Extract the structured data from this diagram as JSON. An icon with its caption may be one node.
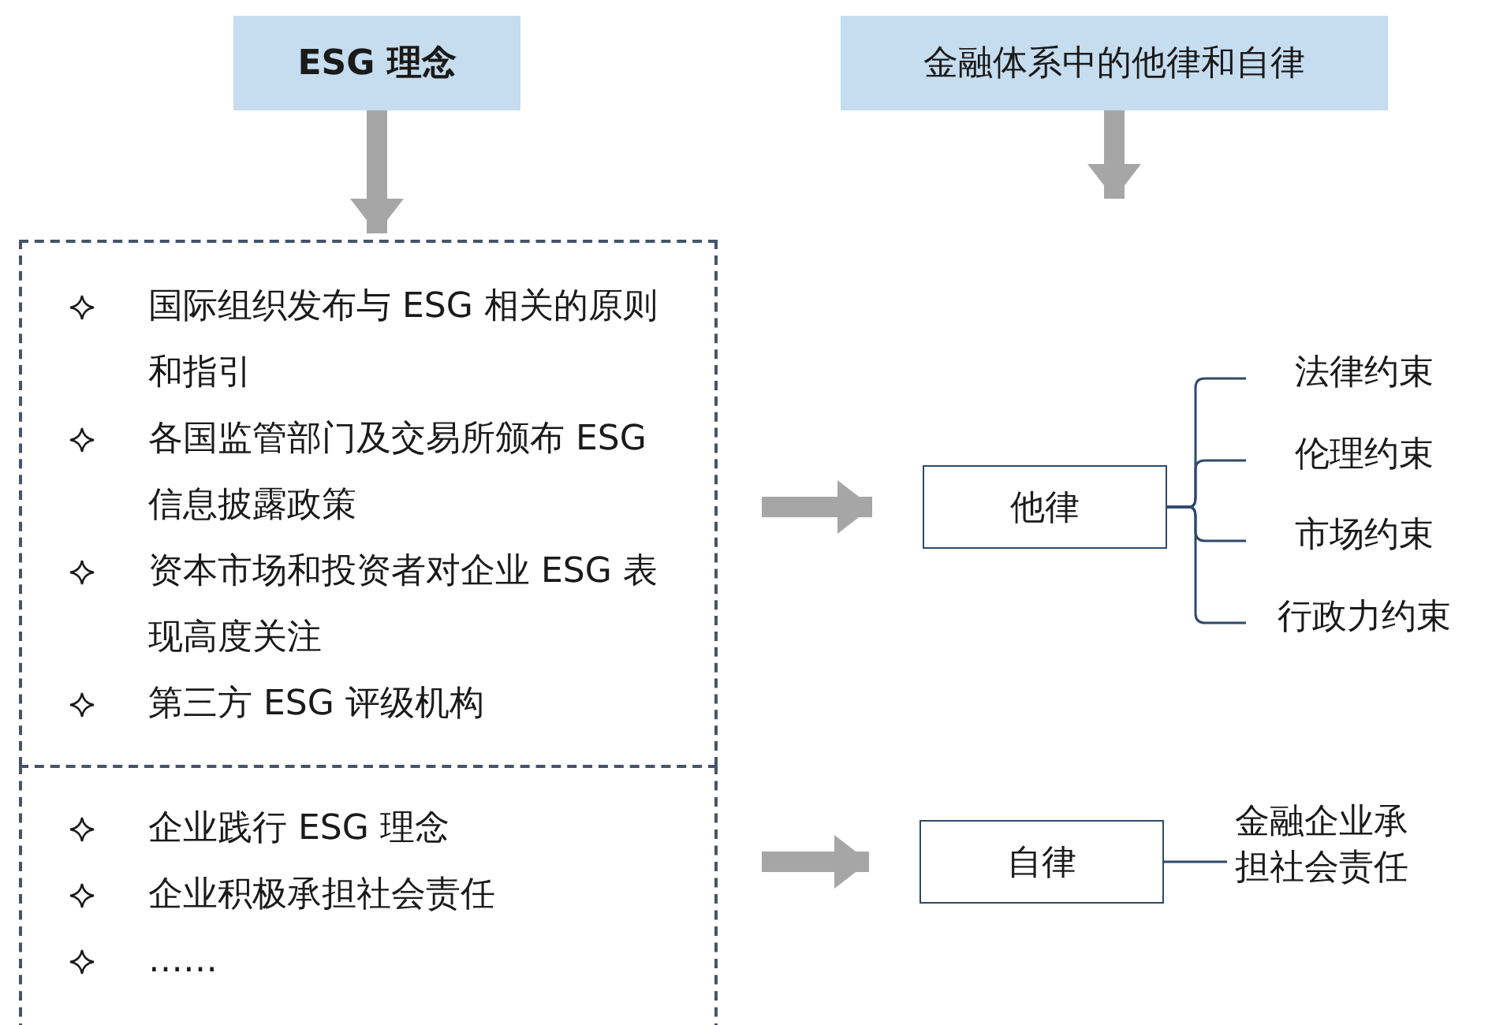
{
  "diagram": {
    "nodes": [
      {
        "text": [
          "ESG 理念"
        ]
      },
      {
        "text": [
          "金融体系中的他律和自律"
        ]
      },
      {
        "text": [
          "国际组织发布与 ESG 相关的原则和指引",
          "各国监管部门及交易所颁布 ESG 信息披露政策",
          "资本市场和投资者对企业 ESG 表现高度关注",
          "第三方 ESG 评级机构"
        ]
      },
      {
        "text": [
          "企业践行 ESG 理念",
          "企业积极承担社会责任",
          "……"
        ]
      },
      {
        "text": [
          "他律"
        ]
      },
      {
        "text": [
          "法律约束"
        ]
      },
      {
        "text": [
          "伦理约束"
        ]
      },
      {
        "text": [
          "市场约束"
        ]
      },
      {
        "text": [
          "行政力约束"
        ]
      },
      {
        "text": [
          "自律"
        ]
      },
      {
        "text": [
          "金融企业承担社会责任"
        ]
      }
    ],
    "edges": [
      {
        "from": 0,
        "to": 2,
        "arrow": "to",
        "style": "thick",
        "color": "#a6a6a6"
      },
      {
        "from": 1,
        "to": null,
        "arrow": "to",
        "style": "thick",
        "color": "#a6a6a6"
      },
      {
        "from": 2,
        "to": 4,
        "arrow": "to",
        "style": "thick",
        "color": "#a6a6a6"
      },
      {
        "from": 3,
        "to": 9,
        "arrow": "to",
        "style": "thick",
        "color": "#a6a6a6"
      },
      {
        "from": 4,
        "to": 5,
        "arrow": "none"
      },
      {
        "from": 4,
        "to": 6,
        "arrow": "none"
      },
      {
        "from": 4,
        "to": 7,
        "arrow": "none"
      },
      {
        "from": 4,
        "to": 8,
        "arrow": "none"
      },
      {
        "from": 9,
        "to": 10,
        "arrow": "none"
      }
    ]
  }
}
